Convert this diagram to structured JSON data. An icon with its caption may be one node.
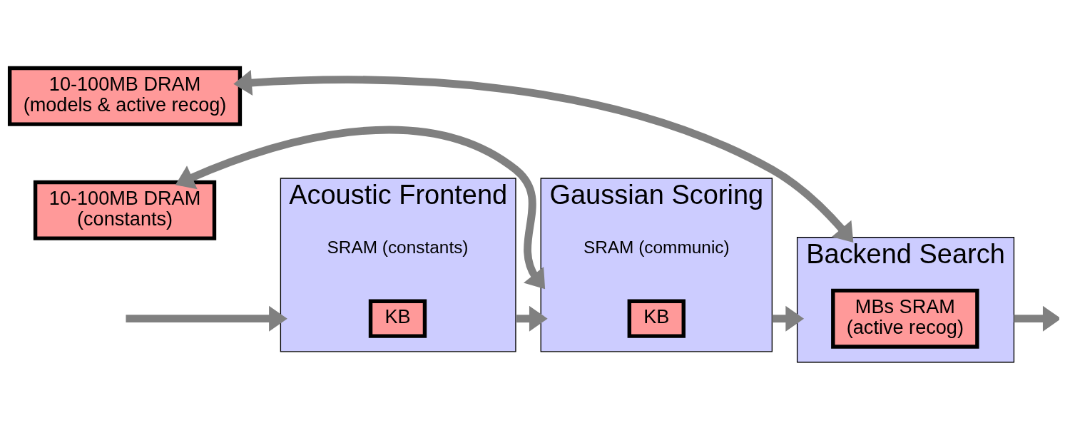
{
  "diagram": {
    "nodes": [
      {
        "text": [
          "Acoustic Frontend"
        ]
      },
      {
        "text": [
          "KB"
        ],
        "in": 0,
        "beside": [
          "SRAM (constants)"
        ]
      },
      {
        "text": [
          "Gaussian Scoring"
        ]
      },
      {
        "text": [
          "KB"
        ],
        "in": 2,
        "beside": [
          "SRAM (communic)"
        ]
      },
      {
        "text": [
          "Backend Search"
        ]
      },
      {
        "text": [
          "MBs SRAM",
          "(active recog)"
        ],
        "in": 4
      },
      {
        "text": [
          "10-100MB DRAM",
          "(constants)"
        ]
      },
      {
        "text": [
          "10-100MB DRAM",
          "(models & active recog)"
        ]
      }
    ],
    "edges": [
      {
        "from": null,
        "to": 0,
        "arrow": "to"
      },
      {
        "from": 0,
        "to": 2,
        "arrow": "to"
      },
      {
        "from": 2,
        "to": 4,
        "arrow": "to"
      },
      {
        "from": 4,
        "to": null,
        "arrow": "to"
      },
      {
        "from": 6,
        "to": 2,
        "arrow": "both"
      },
      {
        "from": 7,
        "to": 4,
        "arrow": "both"
      }
    ]
  }
}
